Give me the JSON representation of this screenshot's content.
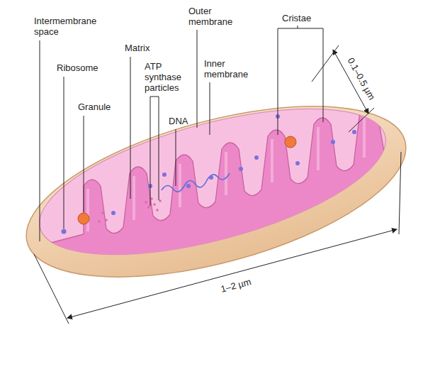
{
  "diagram": {
    "labels": [
      "Intermembrane space",
      "Ribosome",
      "Granule",
      "Matrix",
      "ATP synthase particles",
      "DNA",
      "Outer membrane",
      "Inner membrane",
      "Cristae",
      "0.1–0.5 µm",
      "1–2 µm"
    ]
  }
}
